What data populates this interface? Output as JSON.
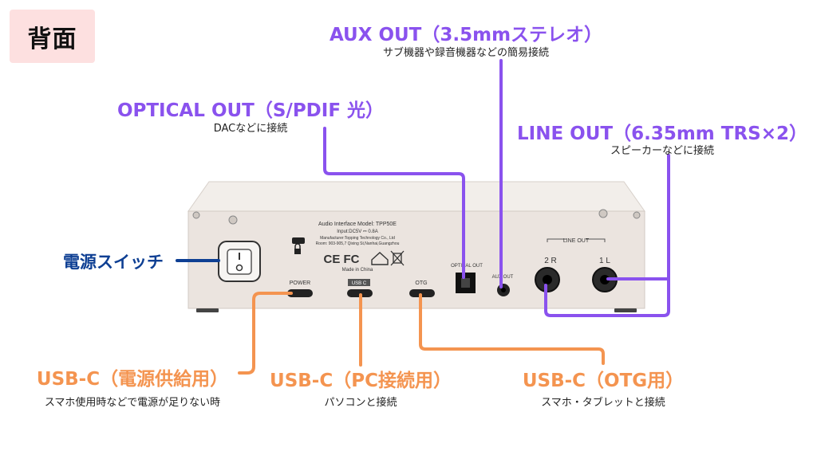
{
  "badge": "背面",
  "callouts": {
    "aux": {
      "title": "AUX OUT（3.5mmステレオ）",
      "desc": "サブ機器や録音機器などの簡易接続"
    },
    "optical": {
      "title": "OPTICAL OUT（S/PDIF 光）",
      "desc": "DACなどに接続"
    },
    "line": {
      "title": "LINE OUT（6.35mm TRS×2）",
      "desc": "スピーカーなどに接続"
    },
    "power_switch": {
      "title": "電源スイッチ"
    },
    "usb_power": {
      "title": "USB-C（電源供給用）",
      "desc": "スマホ使用時などで電源が足りない時"
    },
    "usb_pc": {
      "title": "USB-C（PC接続用）",
      "desc": "パソコンと接続"
    },
    "usb_otg": {
      "title": "USB-C（OTG用）",
      "desc": "スマホ・タブレットと接続"
    }
  },
  "device": {
    "label_lines": [
      "Audio Interface  Model: TPP50E",
      "Input:DC5V ⎓ 0.8A",
      "Manufacturer:Topping Technology Co., Ltd",
      "Room: 903-905,7 Qixing St,Nanhai,Guangzhou",
      "Made in China"
    ],
    "cert_marks": "CE FC",
    "port_labels": {
      "power": "POWER",
      "usb_c": "USB C",
      "otg": "OTG",
      "optical": "OPTICAL OUT",
      "aux": "AUX OUT",
      "line_out": "LINE OUT",
      "right": "2 R",
      "left": "1 L"
    }
  },
  "colors": {
    "purple": "#8a52ee",
    "orange": "#f49450",
    "navy": "#0e3f93",
    "badge_bg": "#fde0e0",
    "device_body": "#ebe4df"
  }
}
